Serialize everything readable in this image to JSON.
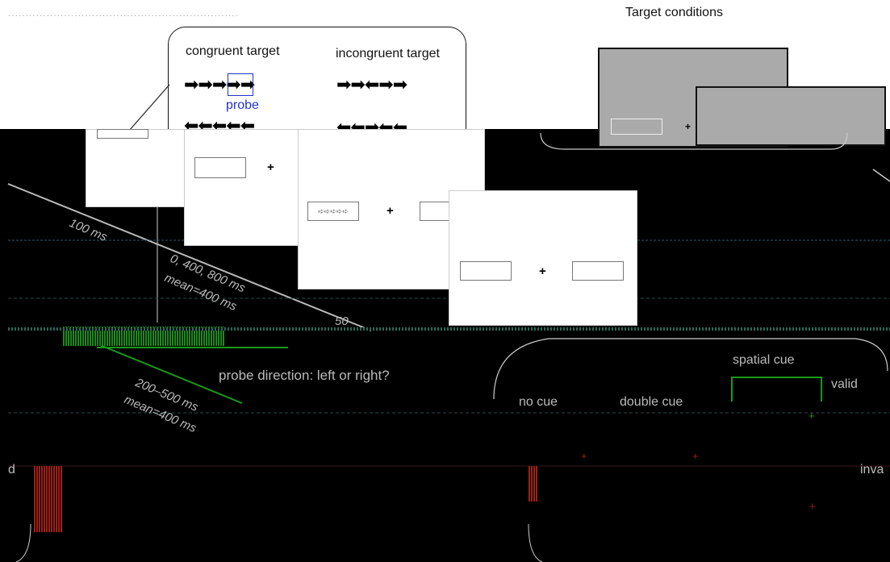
{
  "title": "Target conditions",
  "target_box": {
    "congruent_label": "congruent target",
    "incongruent_label": "incongruent target",
    "congruent_row1": "➡➡➡➡➡",
    "incongruent_row1": "➡➡⬅➡➡",
    "congruent_row2": "⬅⬅⬅⬅⬅",
    "incongruent_row2": "⬅⬅➡⬅⬅",
    "probe_label": "probe"
  },
  "panels": {
    "cross": "+",
    "mini_arrows": "➪➪➪➪➪"
  },
  "timings": {
    "t1": "100 ms",
    "t2a": "0, 400, 800 ms",
    "t2b": "mean=400 ms",
    "t3": "50",
    "t4a": "200–500 ms",
    "t4b": "mean=400 ms"
  },
  "question": "probe direction: left or right?",
  "cue_labels": {
    "no_cue": "no cue",
    "double_cue": "double cue",
    "spatial_cue": "spatial cue",
    "valid": "valid",
    "invalid": "inva",
    "left_fragment": "d"
  },
  "colors": {
    "probe_blue": "#2233cc",
    "green": "#1a9a1a",
    "red": "#a02018"
  }
}
